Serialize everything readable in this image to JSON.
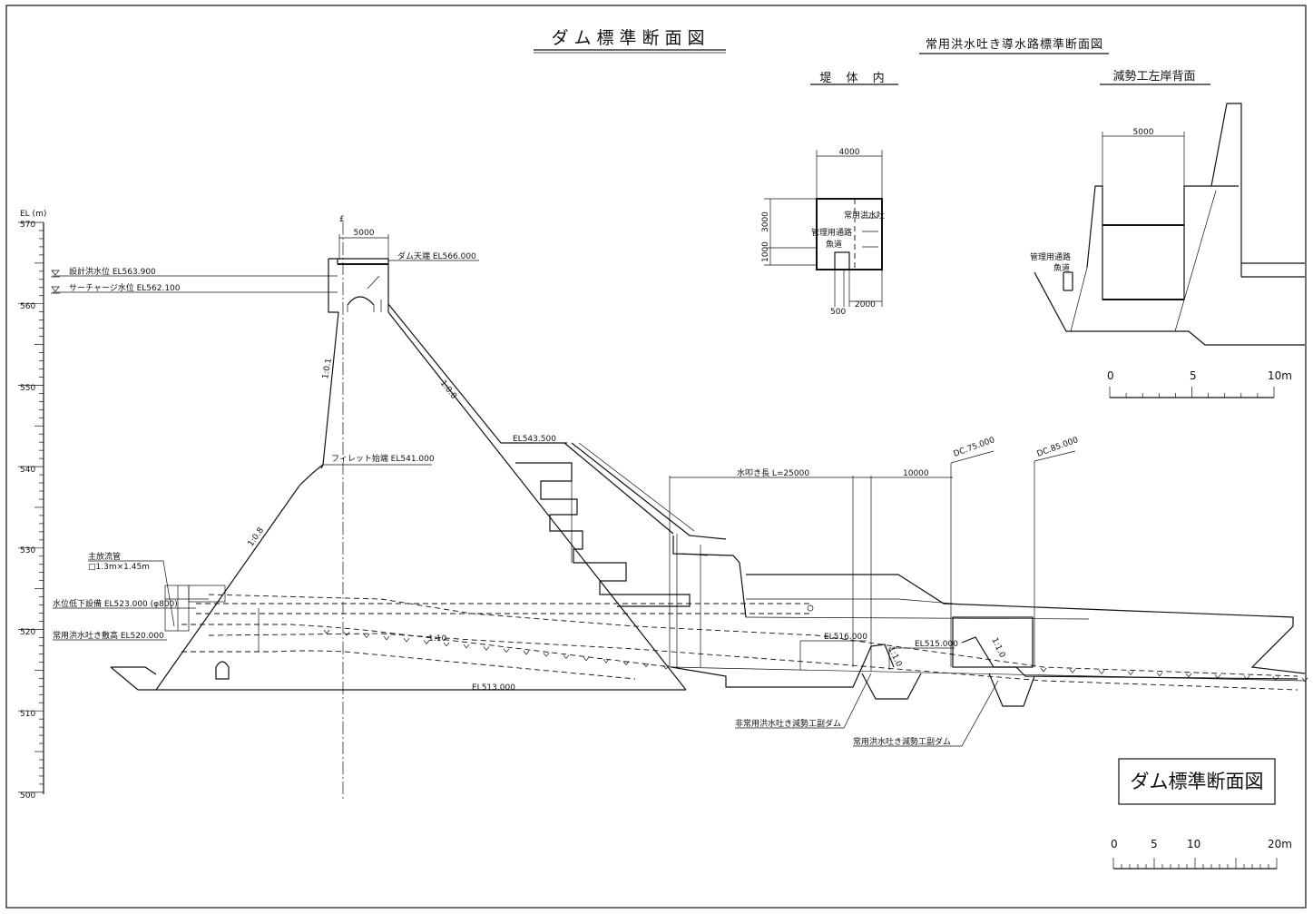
{
  "titles": {
    "main": "ダム標準断面図",
    "conduit": "常用洪水吐き導水路標準断面図",
    "inside_dam": "堤 体 内",
    "left_bank": "減勢工左岸背面",
    "boxed": "ダム標準断面図"
  },
  "elevation_axis": {
    "unit_label": "EL (m)",
    "ticks": [
      "570",
      "560",
      "550",
      "540",
      "530",
      "520",
      "510",
      "500"
    ]
  },
  "water_levels": {
    "design_flood": "設計洪水位 EL563.900",
    "surcharge": "サーチャージ水位 EL562.100"
  },
  "dam_labels": {
    "center_mark": "£",
    "crest_width": "5000",
    "crest": "ダム天端 EL566.000",
    "upstream_slope_top": "1:0.1",
    "downstream_slope": "1:0.8",
    "fillet": "フィレット始端 EL541.000",
    "upstream_slope_bottom": "1:0.8",
    "main_outlet": "主放流管",
    "main_outlet_size": "□1.3m×1.45m",
    "drawdown": "水位低下設備 EL523.000 (φ800)",
    "spillway_sill": "常用洪水吐き敷高 EL520.000",
    "base": "EL513.000",
    "conduit_slope": "1:10",
    "el_543": "EL543.500",
    "apron_length": "水叩き長 L=25000",
    "apron_extra": "10000",
    "dc75": "DC.75.000",
    "dc85": "DC.85.000",
    "el_516": "EL516.000",
    "el_515": "EL515.000",
    "slope_a": "1:1.0",
    "slope_b": "1:1.0",
    "emergency_subdam": "非常用洪水吐き減勢工副ダム",
    "service_subdam": "常用洪水吐き減勢工副ダム"
  },
  "inside_dam_detail": {
    "width": "4000",
    "height_upper": "3000",
    "height_lower": "1000",
    "spillway": "常用洪水吐",
    "passage": "管理用通路",
    "fishway": "魚道",
    "dim_500": "500",
    "dim_2000": "2000"
  },
  "left_bank_detail": {
    "width": "5000",
    "passage": "管理用通路",
    "fishway": "魚道"
  },
  "scale_small": {
    "labels": [
      "0",
      "5",
      "10m"
    ]
  },
  "scale_large": {
    "labels": [
      "0",
      "5",
      "10",
      "20m"
    ]
  }
}
